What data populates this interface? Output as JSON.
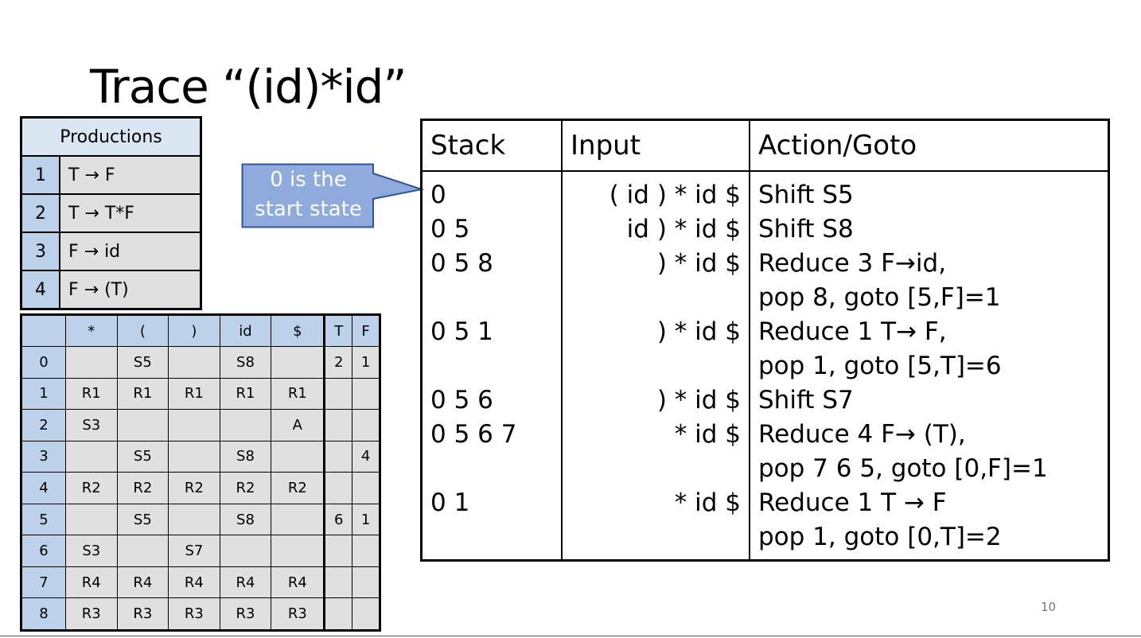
{
  "slide": {
    "title": "Trace “(id)*id”",
    "page_number": "10"
  },
  "productions": {
    "header": "Productions",
    "rows": [
      {
        "num": "1",
        "rule": "T → F"
      },
      {
        "num": "2",
        "rule": "T → T*F"
      },
      {
        "num": "3",
        "rule": "F → id"
      },
      {
        "num": "4",
        "rule": "F → (T)"
      }
    ]
  },
  "parse_table": {
    "columns": [
      "",
      "*",
      "(",
      ")",
      "id",
      "$",
      "T",
      "F"
    ],
    "rows": [
      [
        "0",
        "",
        "S5",
        "",
        "S8",
        "",
        "2",
        "1"
      ],
      [
        "1",
        "R1",
        "R1",
        "R1",
        "R1",
        "R1",
        "",
        ""
      ],
      [
        "2",
        "S3",
        "",
        "",
        "",
        "A",
        "",
        ""
      ],
      [
        "3",
        "",
        "S5",
        "",
        "S8",
        "",
        "",
        "4"
      ],
      [
        "4",
        "R2",
        "R2",
        "R2",
        "R2",
        "R2",
        "",
        ""
      ],
      [
        "5",
        "",
        "S5",
        "",
        "S8",
        "",
        "6",
        "1"
      ],
      [
        "6",
        "S3",
        "",
        "S7",
        "",
        "",
        "",
        ""
      ],
      [
        "7",
        "R4",
        "R4",
        "R4",
        "R4",
        "R4",
        "",
        ""
      ],
      [
        "8",
        "R3",
        "R3",
        "R3",
        "R3",
        "R3",
        "",
        ""
      ]
    ]
  },
  "callout": {
    "line1": "0 is the",
    "line2": "start state",
    "fill_color": "#8faadc",
    "border_color": "#2f5597"
  },
  "trace": {
    "headers": {
      "stack": "Stack",
      "input": "Input",
      "action": "Action/Goto"
    },
    "lines": [
      {
        "stack": "0",
        "input": "( id ) * id $",
        "action": "Shift S5"
      },
      {
        "stack": "0 5",
        "input": "id ) * id $",
        "action": "Shift S8"
      },
      {
        "stack": "0 5 8",
        "input": ") * id $",
        "action": "Reduce 3 F→id,"
      },
      {
        "stack": "",
        "input": "",
        "action": "pop 8, goto [5,F]=1"
      },
      {
        "stack": "0 5 1",
        "input": ") * id $",
        "action": "Reduce 1 T→ F,"
      },
      {
        "stack": "",
        "input": "",
        "action": "pop 1, goto [5,T]=6"
      },
      {
        "stack": "0 5 6",
        "input": ") * id $",
        "action": "Shift S7"
      },
      {
        "stack": "0 5 6 7",
        "input": "* id $",
        "action": "Reduce 4 F→ (T),"
      },
      {
        "stack": "",
        "input": "",
        "action": "pop 7 6 5, goto [0,F]=1"
      },
      {
        "stack": "0 1",
        "input": "* id $",
        "action": "Reduce 1 T → F"
      },
      {
        "stack": "",
        "input": "",
        "action": "pop 1, goto [0,T]=2"
      }
    ]
  },
  "colors": {
    "header_blue": "#bcd2ea",
    "light_header": "#dbe6f3",
    "cell_gray": "#e0e0e0"
  }
}
